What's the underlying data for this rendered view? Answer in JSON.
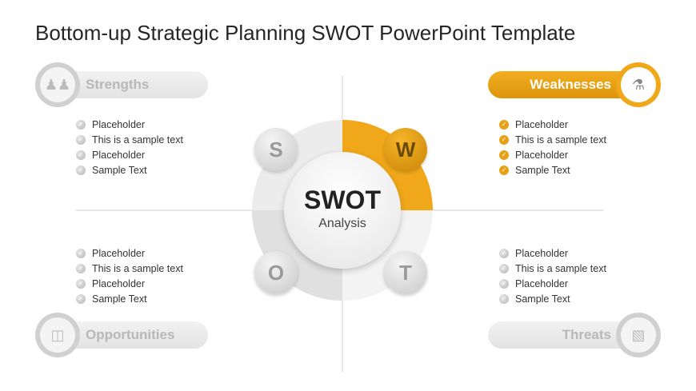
{
  "title": "Bottom-up Strategic Planning SWOT PowerPoint Template",
  "center": {
    "title": "SWOT",
    "subtitle": "Analysis"
  },
  "letters": [
    "S",
    "W",
    "O",
    "T"
  ],
  "accent": "#F0A81A",
  "quadrants": [
    {
      "label": "Strengths",
      "icon": "people-icon",
      "items": [
        "Placeholder",
        "This is a sample text",
        "Placeholder",
        "Sample Text"
      ]
    },
    {
      "label": "Weaknesses",
      "icon": "office-chair-icon",
      "items": [
        "Placeholder",
        "This is a sample text",
        "Placeholder",
        "Sample Text"
      ]
    },
    {
      "label": "Opportunities",
      "icon": "door-icon",
      "items": [
        "Placeholder",
        "This is a sample text",
        "Placeholder",
        "Sample Text"
      ]
    },
    {
      "label": "Threats",
      "icon": "chart-building-icon",
      "items": [
        "Placeholder",
        "This is a sample text",
        "Placeholder",
        "Sample Text"
      ]
    }
  ]
}
